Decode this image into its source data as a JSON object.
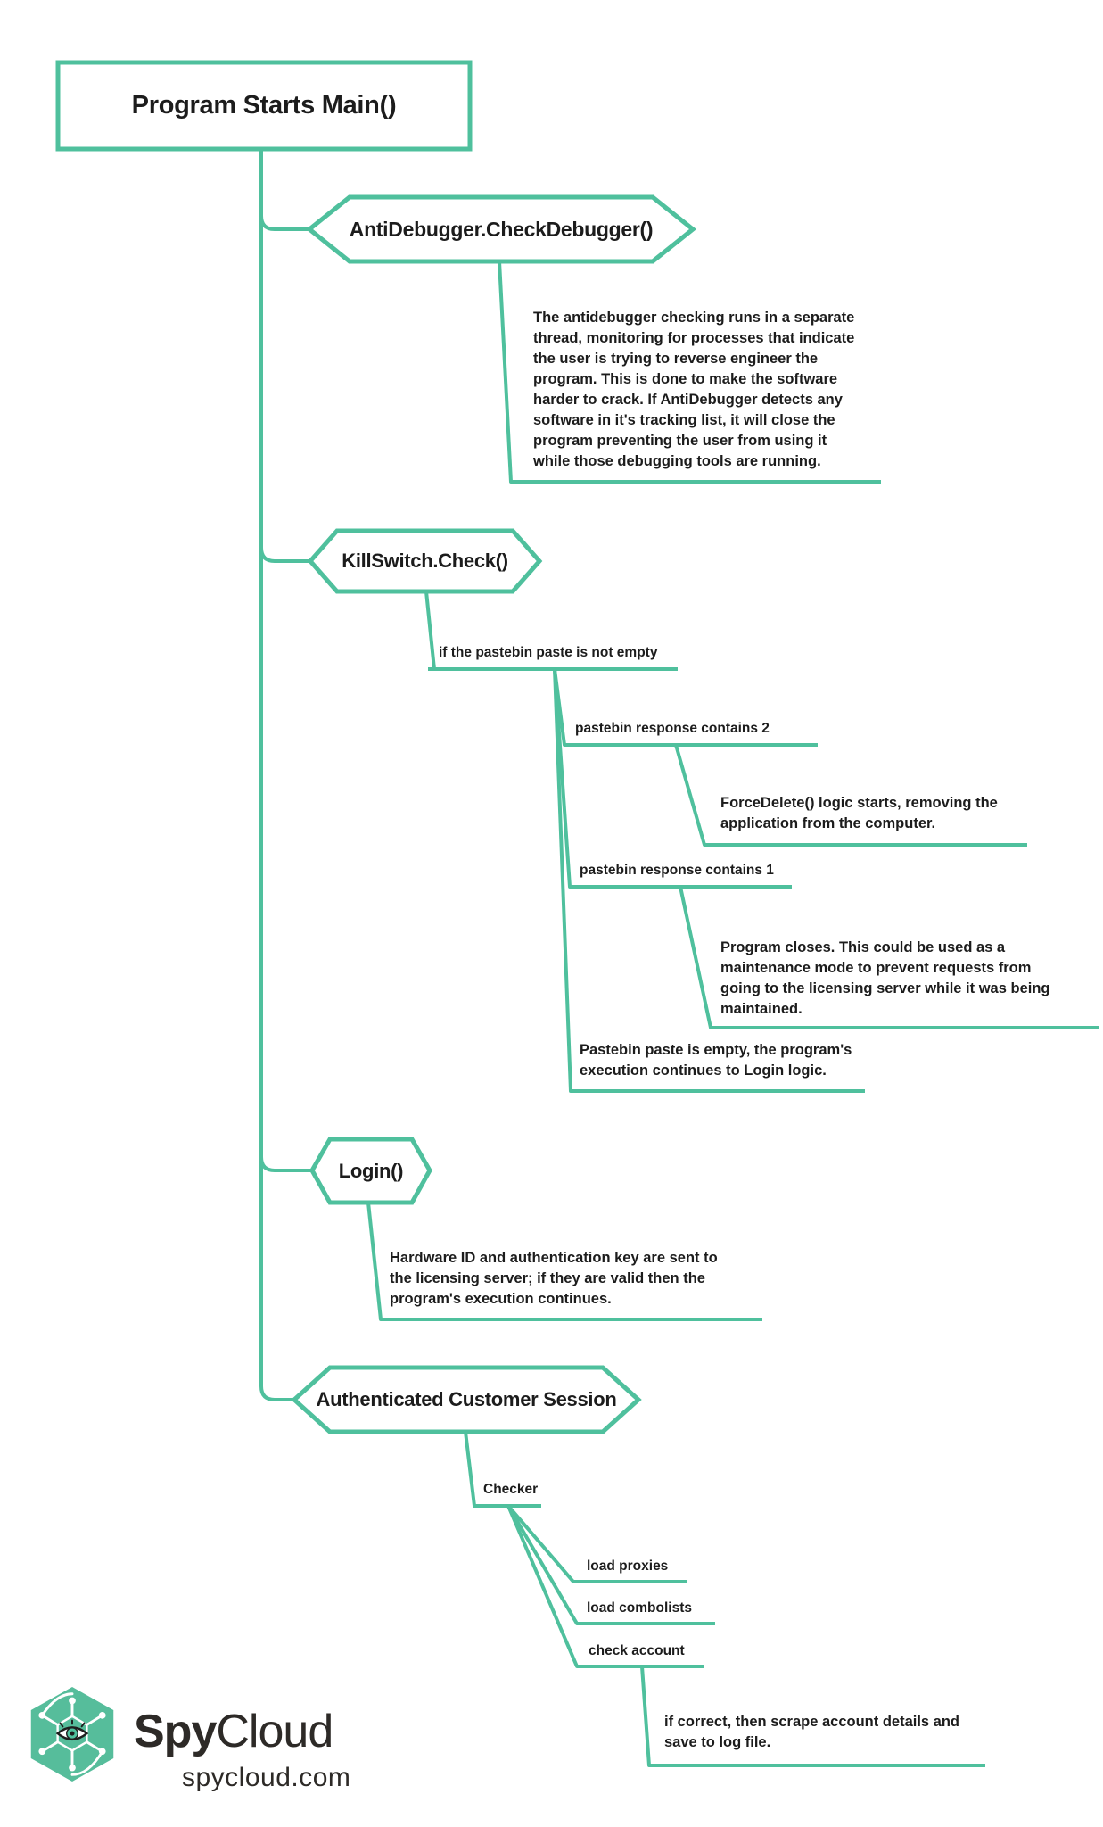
{
  "colors": {
    "accent_teal": "#4FC09D",
    "text_dark": "#1C1C1C",
    "logo_cube_teal": "#56BD9B",
    "logo_text_dark": "#2D2A27",
    "background": "#FFFFFF"
  },
  "diagram": {
    "root": {
      "label": "Program Starts Main()"
    },
    "hexagons": [
      {
        "id": "antidebugger",
        "label": "AntiDebugger.CheckDebugger()"
      },
      {
        "id": "killswitch",
        "label": "KillSwitch.Check()"
      },
      {
        "id": "login",
        "label": "Login()"
      },
      {
        "id": "authenticated-session",
        "label": "Authenticated Customer Session"
      }
    ],
    "branches": {
      "if_pastebin": "if the pastebin paste is not empty",
      "contains_2": "pastebin response contains 2",
      "contains_1": "pastebin response contains 1",
      "checker": "Checker",
      "load_proxies": "load proxies",
      "load_combolists": "load combolists",
      "check_account": "check account"
    },
    "notes": {
      "antidebugger": "The antidebugger checking runs in a separate\nthread, monitoring for processes that indicate\nthe user is trying to reverse engineer the\nprogram. This is done to make the software\nharder to crack. If AntiDebugger detects any\nsoftware in it's tracking list, it will close the\nprogram preventing the user from using it\nwhile those debugging tools are running.",
      "forcedelete": "ForceDelete() logic starts, removing the\napplication from the computer.",
      "program_closes": "Program closes. This could be used as a\nmaintenance mode to prevent requests from\ngoing to the licensing server while it was being\nmaintained.",
      "pastebin_empty": "Pastebin paste is empty, the program's\nexecution continues to Login logic.",
      "login": "Hardware ID and authentication key are sent to\nthe licensing server; if they are valid then the\nprogram's execution continues.",
      "if_correct": "if correct, then scrape account details and\nsave to log file."
    }
  },
  "logo": {
    "brand_bold": "Spy",
    "brand_light": "Cloud",
    "domain": "spycloud.com"
  }
}
